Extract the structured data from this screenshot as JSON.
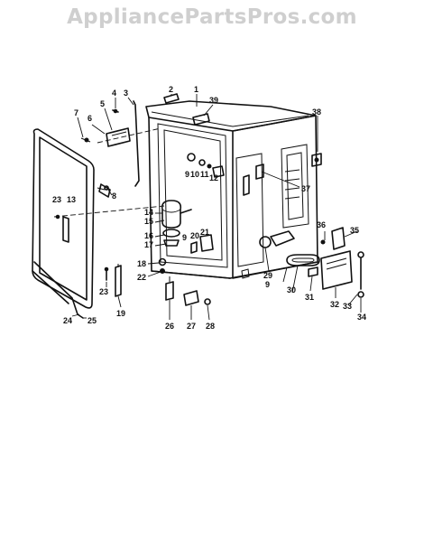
{
  "watermark": "AppliancePartsPros.com",
  "callouts": [
    {
      "id": "1",
      "label": "1"
    },
    {
      "id": "2",
      "label": "2"
    },
    {
      "id": "3",
      "label": "3"
    },
    {
      "id": "4",
      "label": "4"
    },
    {
      "id": "5",
      "label": "5"
    },
    {
      "id": "6",
      "label": "6"
    },
    {
      "id": "7",
      "label": "7"
    },
    {
      "id": "8",
      "label": "8"
    },
    {
      "id": "9a",
      "label": "9"
    },
    {
      "id": "9b",
      "label": "9"
    },
    {
      "id": "9c",
      "label": "9"
    },
    {
      "id": "10",
      "label": "10"
    },
    {
      "id": "11",
      "label": "11"
    },
    {
      "id": "12",
      "label": "12"
    },
    {
      "id": "13",
      "label": "13"
    },
    {
      "id": "14",
      "label": "14"
    },
    {
      "id": "15",
      "label": "15"
    },
    {
      "id": "16",
      "label": "16"
    },
    {
      "id": "17",
      "label": "17"
    },
    {
      "id": "18",
      "label": "18"
    },
    {
      "id": "19",
      "label": "19"
    },
    {
      "id": "20",
      "label": "20"
    },
    {
      "id": "21",
      "label": "21"
    },
    {
      "id": "22",
      "label": "22"
    },
    {
      "id": "23a",
      "label": "23"
    },
    {
      "id": "23b",
      "label": "23"
    },
    {
      "id": "24",
      "label": "24"
    },
    {
      "id": "25",
      "label": "25"
    },
    {
      "id": "26",
      "label": "26"
    },
    {
      "id": "27",
      "label": "27"
    },
    {
      "id": "28",
      "label": "28"
    },
    {
      "id": "29",
      "label": "29"
    },
    {
      "id": "30",
      "label": "30"
    },
    {
      "id": "31",
      "label": "31"
    },
    {
      "id": "32",
      "label": "32"
    },
    {
      "id": "33",
      "label": "33"
    },
    {
      "id": "34",
      "label": "34"
    },
    {
      "id": "35",
      "label": "35"
    },
    {
      "id": "36",
      "label": "36"
    },
    {
      "id": "37",
      "label": "37"
    },
    {
      "id": "38",
      "label": "38"
    },
    {
      "id": "39",
      "label": "39"
    }
  ]
}
